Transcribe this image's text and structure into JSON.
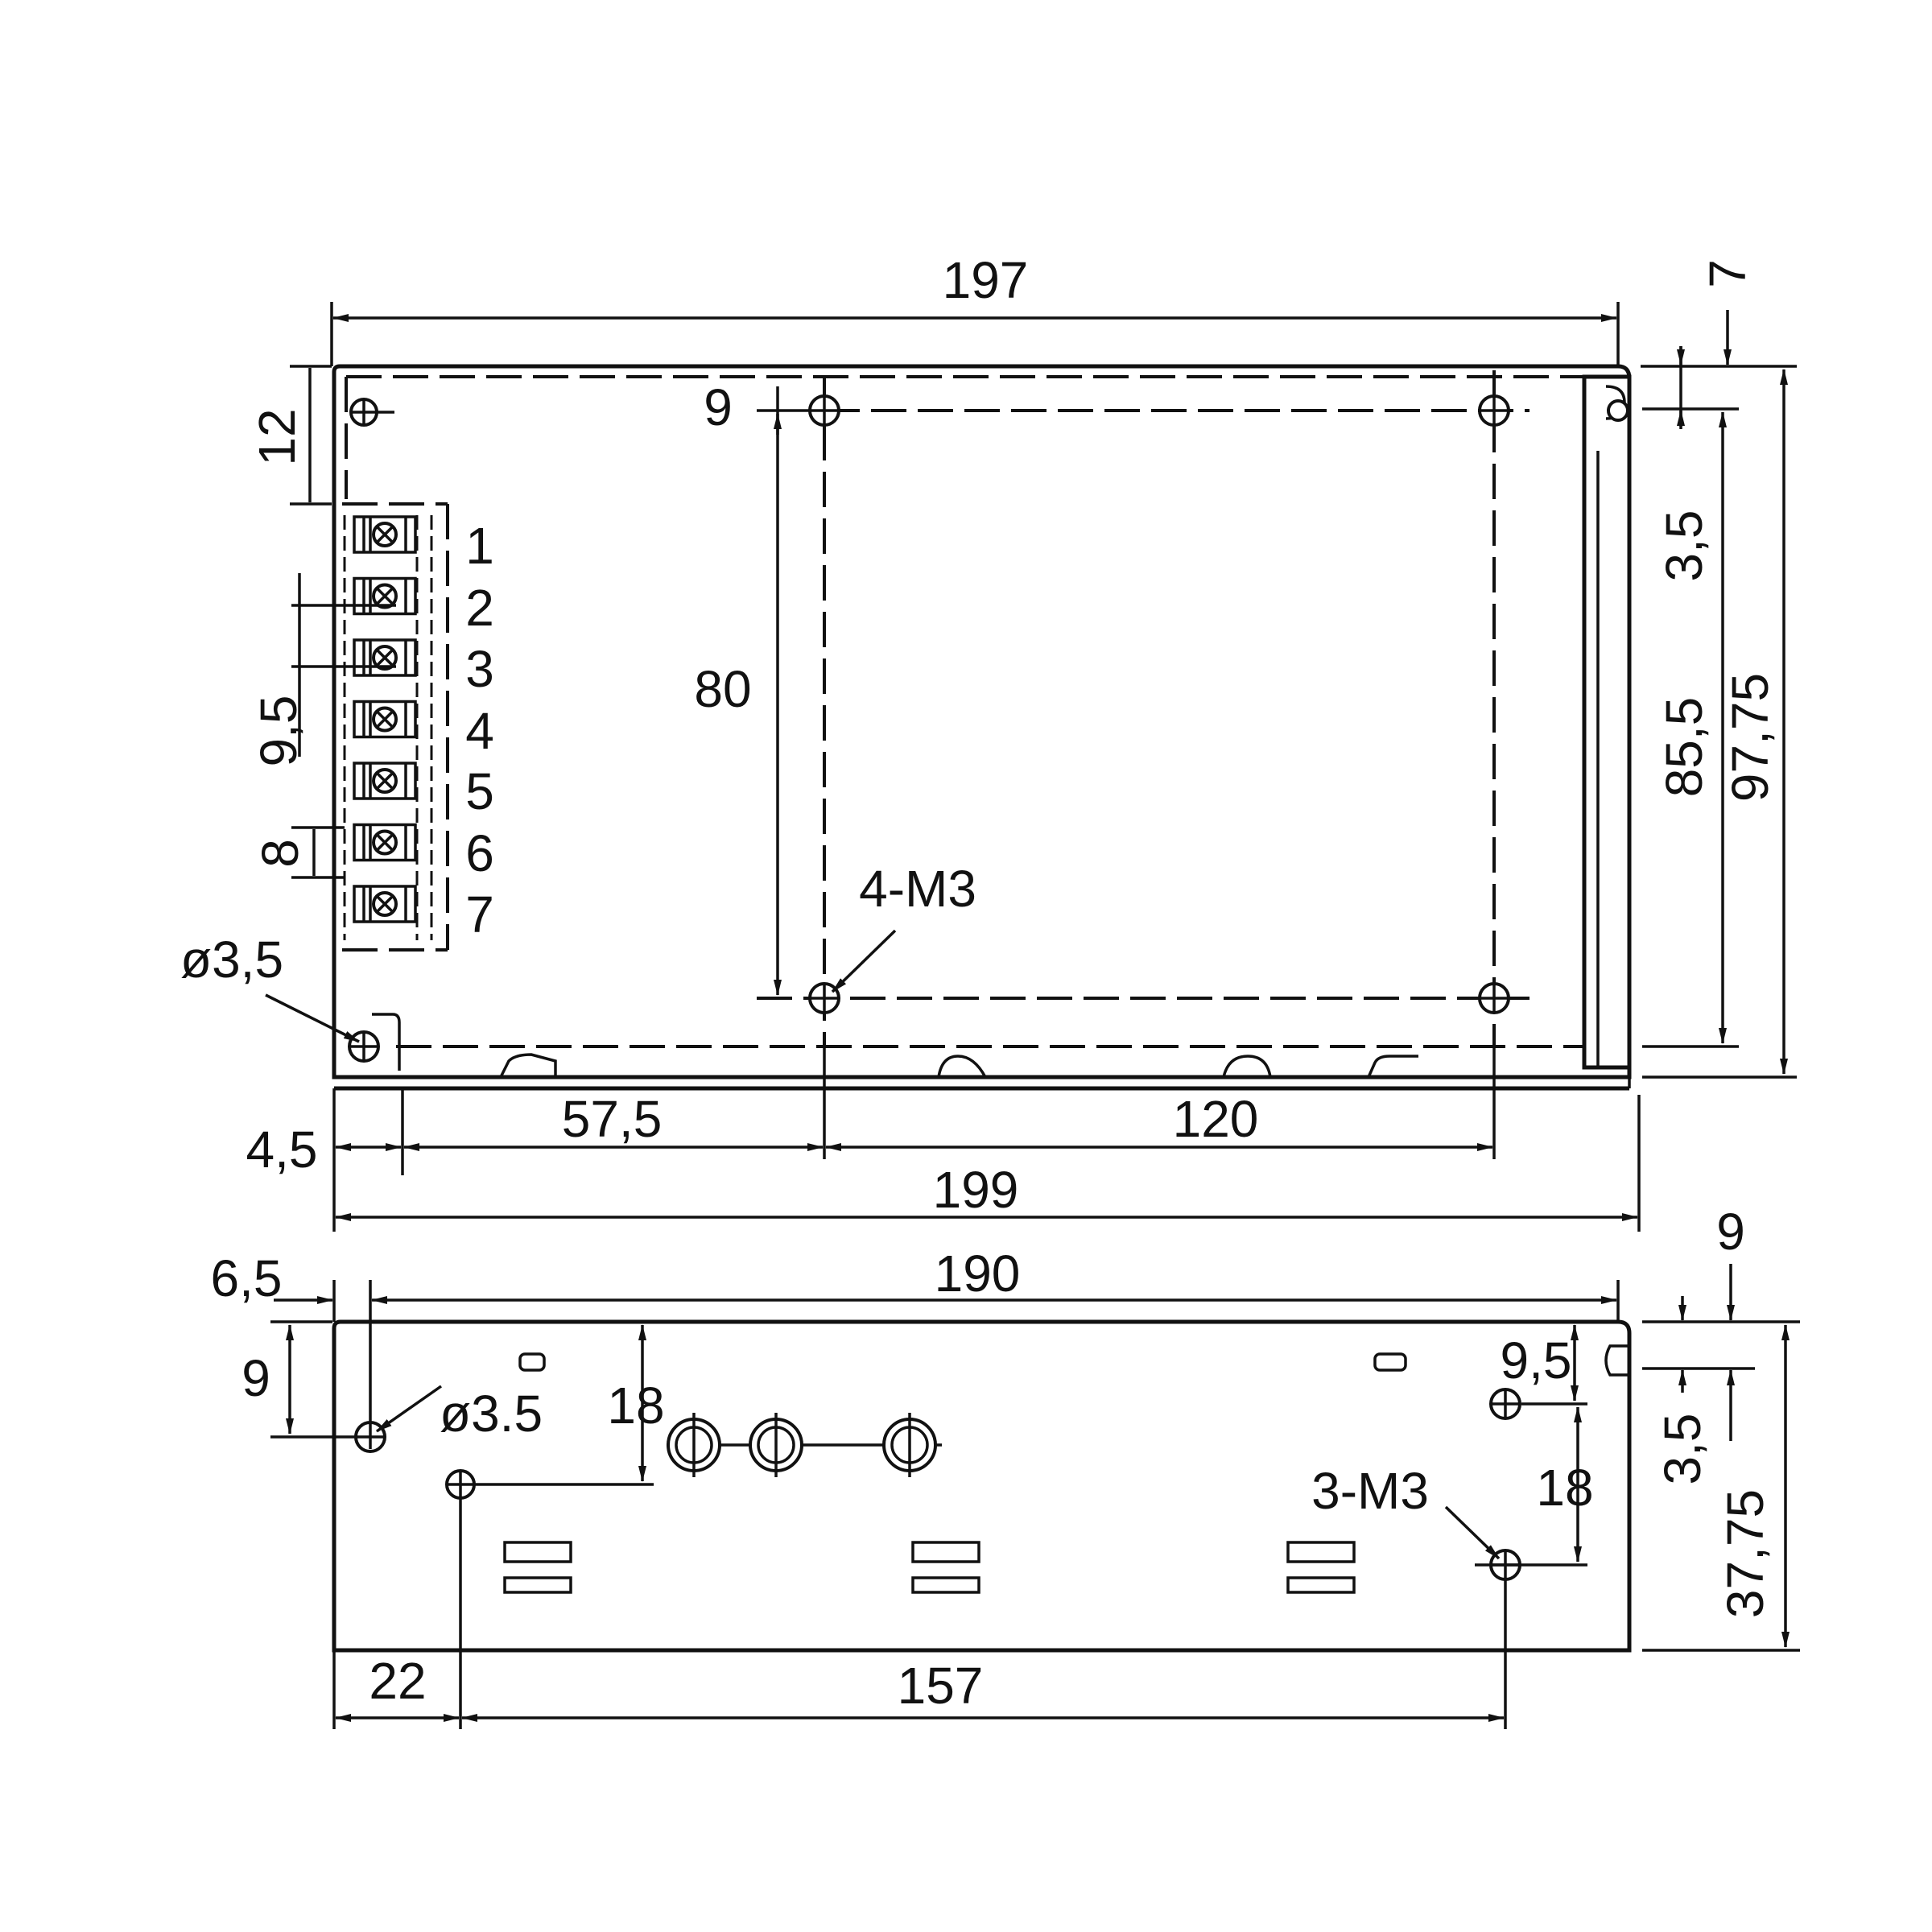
{
  "colors": {
    "line": "#111111",
    "background": "#ffffff"
  },
  "top_view": {
    "dim_197": "197",
    "dim_7": "7",
    "dim_12": "12",
    "dim_9_top": "9",
    "dim_80": "80",
    "dim_9_5": "9,5",
    "dim_8": "8",
    "dim_3_5": "3,5",
    "dim_85_5": "85,5",
    "dim_97_75": "97,75",
    "hole_label": "ø3,5",
    "screw_label": "4-M3",
    "dim_4_5": "4,5",
    "dim_57_5": "57,5",
    "dim_120": "120",
    "dim_199": "199",
    "terminals": [
      "1",
      "2",
      "3",
      "4",
      "5",
      "6",
      "7"
    ]
  },
  "side_view": {
    "dim_6_5": "6,5",
    "dim_190": "190",
    "dim_9_right": "9",
    "dim_9_left": "9",
    "hole_label": "ø3.5",
    "dim_18_left": "18",
    "dim_9_5": "9,5",
    "dim_18_right": "18",
    "screw_label": "3-M3",
    "dim_3_5": "3,5",
    "dim_37_75": "37,75",
    "dim_22": "22",
    "dim_157": "157"
  }
}
